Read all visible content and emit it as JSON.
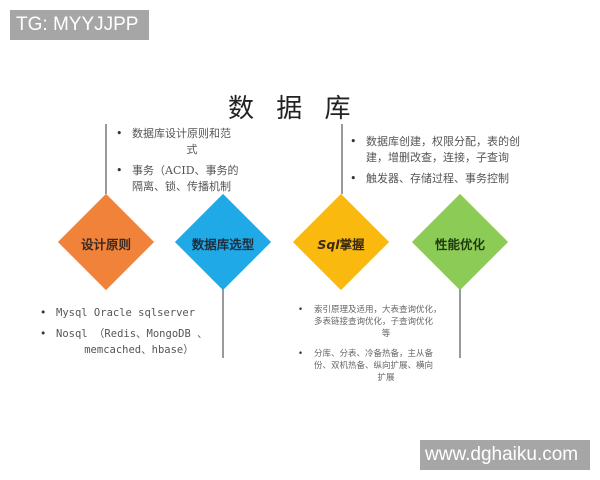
{
  "watermarks": {
    "top_left": "TG: MYYJJPP",
    "bottom_right": "www.dghaiku.com"
  },
  "title": "数 据 库",
  "nodes": [
    {
      "label": "设计原则",
      "color": "#F0823A",
      "text_color": "#3a2a20"
    },
    {
      "label": "数据库选型",
      "color": "#1FA9E6",
      "text_color": "#1f2f40"
    },
    {
      "label_prefix": "Sql",
      "label": "掌握",
      "color": "#F9B90F",
      "text_color": "#3a2a10"
    },
    {
      "label": "性能优化",
      "color": "#8CCB55",
      "text_color": "#1f3a10"
    }
  ],
  "notes": {
    "design": {
      "items": [
        {
          "line1": "数据库设计原则和范",
          "line2": "式"
        },
        {
          "line1": "事务（ACID、事务的",
          "line2": "隔离、锁、传播机制"
        }
      ]
    },
    "selection": {
      "items": [
        {
          "line1": "Mysql  Oracle sqlserver"
        },
        {
          "line1": "Nosql （Redis、MongoDB 、",
          "line2": "memcached、hbase）"
        }
      ]
    },
    "sql": {
      "items": [
        {
          "line1": "数据库创建，权限分配，表的创",
          "line2": "建，增删改查，连接，子查询"
        },
        {
          "line1": "触发器、存储过程、事务控制"
        }
      ]
    },
    "performance": {
      "items": [
        {
          "line1": "索引原理及适用，大表查询优化，",
          "line2": "多表链接查询优化，子查询优化",
          "line3": "等"
        },
        {
          "line1": "分库、分表、冷备热备，主从备",
          "line2": "份、双机热备、纵向扩展、横向",
          "line3": "扩展"
        }
      ]
    }
  }
}
